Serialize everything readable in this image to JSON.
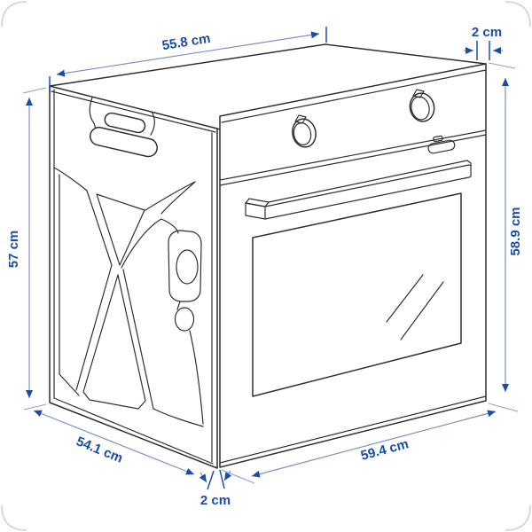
{
  "illustration": {
    "type": "technical line drawing",
    "subject": "built-in oven shown in three-quarter view with measurement arrows"
  },
  "labels": {
    "top_width": "55.8 cm",
    "top_right_gap": "2 cm",
    "left_height": "57 cm",
    "right_height": "58.9 cm",
    "bottom_depth": "54.1 cm",
    "bottom_gap": "2 cm",
    "front_width": "59.4 cm"
  },
  "colors": {
    "line_art": "#2f2f2f",
    "dimension_text": "#1a4dab",
    "dimension_line": "#7b92c6",
    "dimension_extension": "#8fa2cb",
    "frame_corner": "#d9d9d9",
    "background": "#ffffff"
  }
}
